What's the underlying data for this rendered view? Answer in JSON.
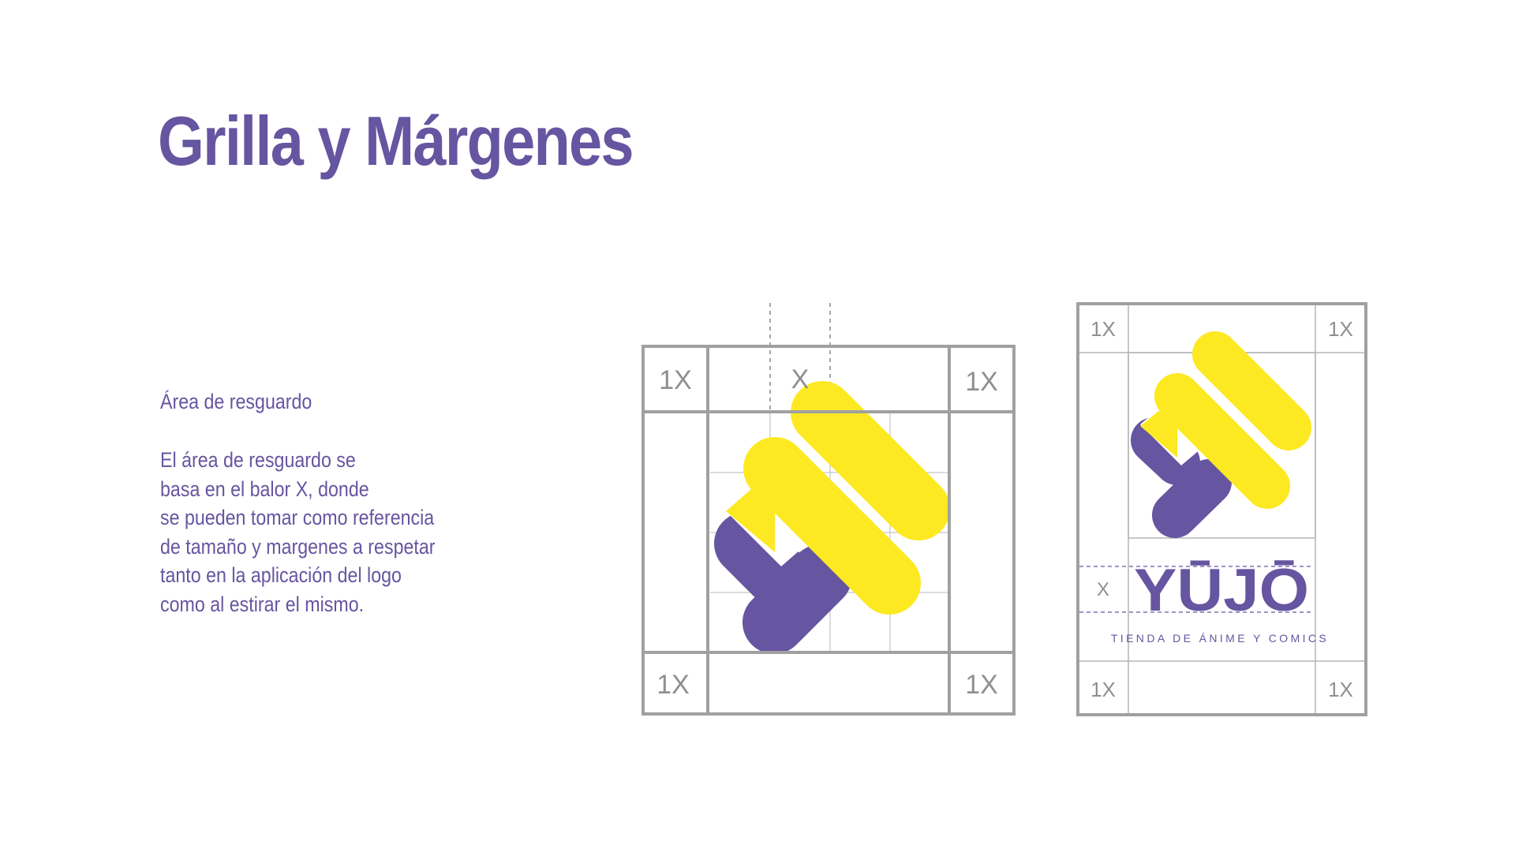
{
  "page": {
    "title": "Grilla y Márgenes",
    "subtitle": "Área de resguardo",
    "paragraph_lines": [
      "El área de resguardo se",
      "basa en el balor X, donde",
      "se pueden tomar como referencia",
      "de tamaño y margenes a respetar",
      "tanto en la aplicación del logo",
      "como al estirar el mismo."
    ]
  },
  "grid_left": {
    "corner_labels": [
      "1X",
      "1X",
      "1X",
      "1X"
    ],
    "x_label": "X"
  },
  "grid_right": {
    "corner_labels": [
      "1X",
      "1X",
      "1X",
      "1X"
    ],
    "x_label": "X",
    "wordmark": "YŪJŌ",
    "tagline": "TIENDA DE ÁNIME Y COMICS"
  },
  "colors": {
    "purple": "#6655a0",
    "yellow": "#fde921",
    "grid": "#a0a0a0",
    "label": "#8f8f8f"
  }
}
